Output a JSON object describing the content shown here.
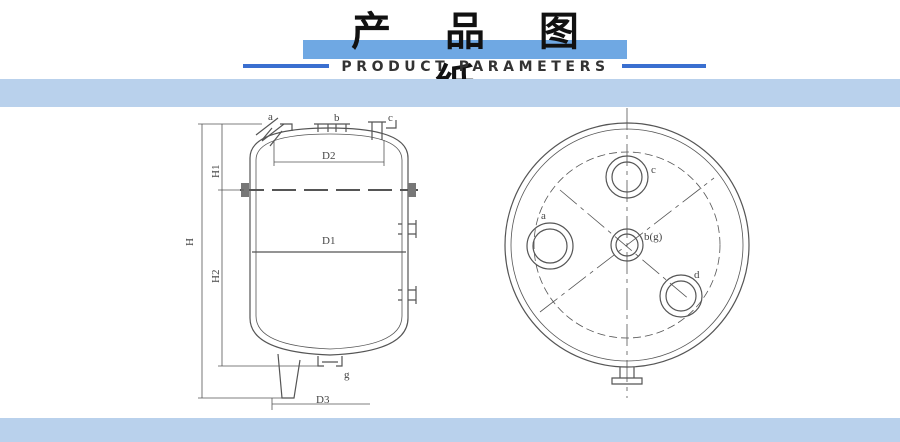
{
  "header": {
    "title": "产 品 图 纸",
    "subtitle": "PRODUCT PARAMETERS"
  },
  "side_view": {
    "labels": {
      "a": "a",
      "b": "b",
      "c": "c",
      "g": "g",
      "d1": "D1",
      "d2": "D2",
      "d3": "D3",
      "h": "H",
      "h1": "H1",
      "h2": "H2"
    }
  },
  "top_view": {
    "labels": {
      "a": "a",
      "bg": "b(g)",
      "c": "c",
      "d": "d"
    }
  },
  "colors": {
    "accent_blue": "#6fa8e3",
    "band_blue": "#b9d1ec",
    "rule_blue": "#3a6fd0",
    "line_gray": "#555555"
  }
}
